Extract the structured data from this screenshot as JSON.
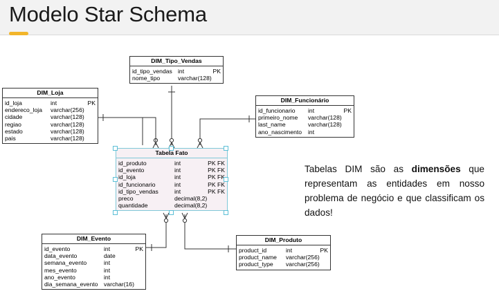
{
  "page": {
    "title": "Modelo Star Schema"
  },
  "description": {
    "before": "Tabelas DIM são as ",
    "bold": "dimensões",
    "after": " que representam as entidades em nosso problema de negócio e que classificam os dados!"
  },
  "colors": {
    "accent": "#f2b52a",
    "fact_border": "#7fc8d8",
    "fact_fill": "#f7f0f4"
  },
  "entities": {
    "dim_tipo_vendas": {
      "title": "DIM_Tipo_Vendas",
      "columns": [
        {
          "name": "id_tipo_vendas",
          "type": "int",
          "key": "PK"
        },
        {
          "name": "nome_tipo",
          "type": "varchar(128)",
          "key": ""
        }
      ]
    },
    "dim_loja": {
      "title": "DIM_Loja",
      "columns": [
        {
          "name": "id_loja",
          "type": "int",
          "key": "PK"
        },
        {
          "name": "endereco_loja",
          "type": "varchar(256)",
          "key": ""
        },
        {
          "name": "cidade",
          "type": "varchar(128)",
          "key": ""
        },
        {
          "name": "regiao",
          "type": "varchar(128)",
          "key": ""
        },
        {
          "name": "estado",
          "type": "varchar(128)",
          "key": ""
        },
        {
          "name": "pais",
          "type": "varchar(128)",
          "key": ""
        }
      ]
    },
    "dim_funcionario": {
      "title": "DIM_Funcionário",
      "columns": [
        {
          "name": "id_funcionario",
          "type": "int",
          "key": "PK"
        },
        {
          "name": "primeiro_nome",
          "type": "varchar(128)",
          "key": ""
        },
        {
          "name": "last_name",
          "type": "varchar(128)",
          "key": ""
        },
        {
          "name": "ano_nascimento",
          "type": "int",
          "key": ""
        }
      ]
    },
    "tabela_fato": {
      "title": "Tabela Fato",
      "columns": [
        {
          "name": "id_produto",
          "type": "int",
          "key": "PK FK"
        },
        {
          "name": "id_evento",
          "type": "int",
          "key": "PK FK"
        },
        {
          "name": "id_loja",
          "type": "int",
          "key": "PK FK"
        },
        {
          "name": "id_funcionario",
          "type": "int",
          "key": "PK FK"
        },
        {
          "name": "id_tipo_vendas",
          "type": "int",
          "key": "PK FK"
        },
        {
          "name": "preco",
          "type": "decimal(8,2)",
          "key": ""
        },
        {
          "name": "quantidade",
          "type": "decimal(8,2)",
          "key": ""
        }
      ]
    },
    "dim_evento": {
      "title": "DIM_Evento",
      "columns": [
        {
          "name": "id_evento",
          "type": "int",
          "key": "PK"
        },
        {
          "name": "data_evento",
          "type": "date",
          "key": ""
        },
        {
          "name": "semana_evento",
          "type": "int",
          "key": ""
        },
        {
          "name": "mes_evento",
          "type": "int",
          "key": ""
        },
        {
          "name": "ano_evento",
          "type": "int",
          "key": ""
        },
        {
          "name": "dia_semana_evento",
          "type": "varchar(16)",
          "key": ""
        }
      ]
    },
    "dim_produto": {
      "title": "DIM_Produto",
      "columns": [
        {
          "name": "product_id",
          "type": "int",
          "key": "PK"
        },
        {
          "name": "product_name",
          "type": "varchar(256)",
          "key": ""
        },
        {
          "name": "product_type",
          "type": "varchar(256)",
          "key": ""
        }
      ]
    }
  }
}
